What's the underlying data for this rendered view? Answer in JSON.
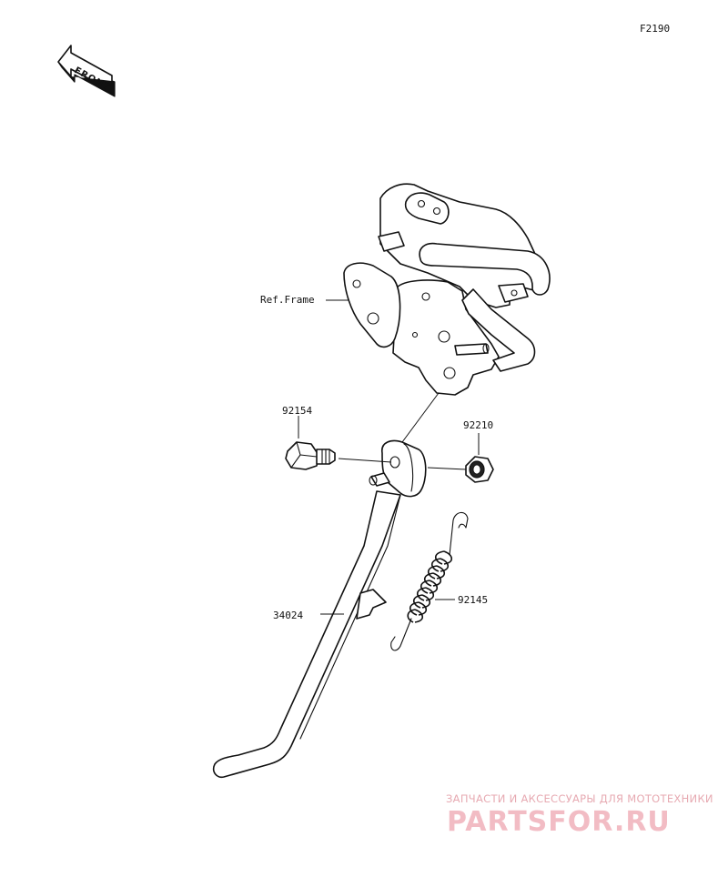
{
  "figure_code": "F2190",
  "front_badge": "FRONT",
  "reference": {
    "frame_label": "Ref.Frame"
  },
  "parts": [
    {
      "number": "92154"
    },
    {
      "number": "92210"
    },
    {
      "number": "92145"
    },
    {
      "number": "34024"
    }
  ],
  "watermark": {
    "tagline": "ЗАПЧАСТИ И АКСЕССУАРЫ ДЛЯ МОТОТЕХНИКИ",
    "logo": "PARTSFOR.RU"
  },
  "colors": {
    "line": "#111111",
    "watermark": "#f2bcc4"
  }
}
